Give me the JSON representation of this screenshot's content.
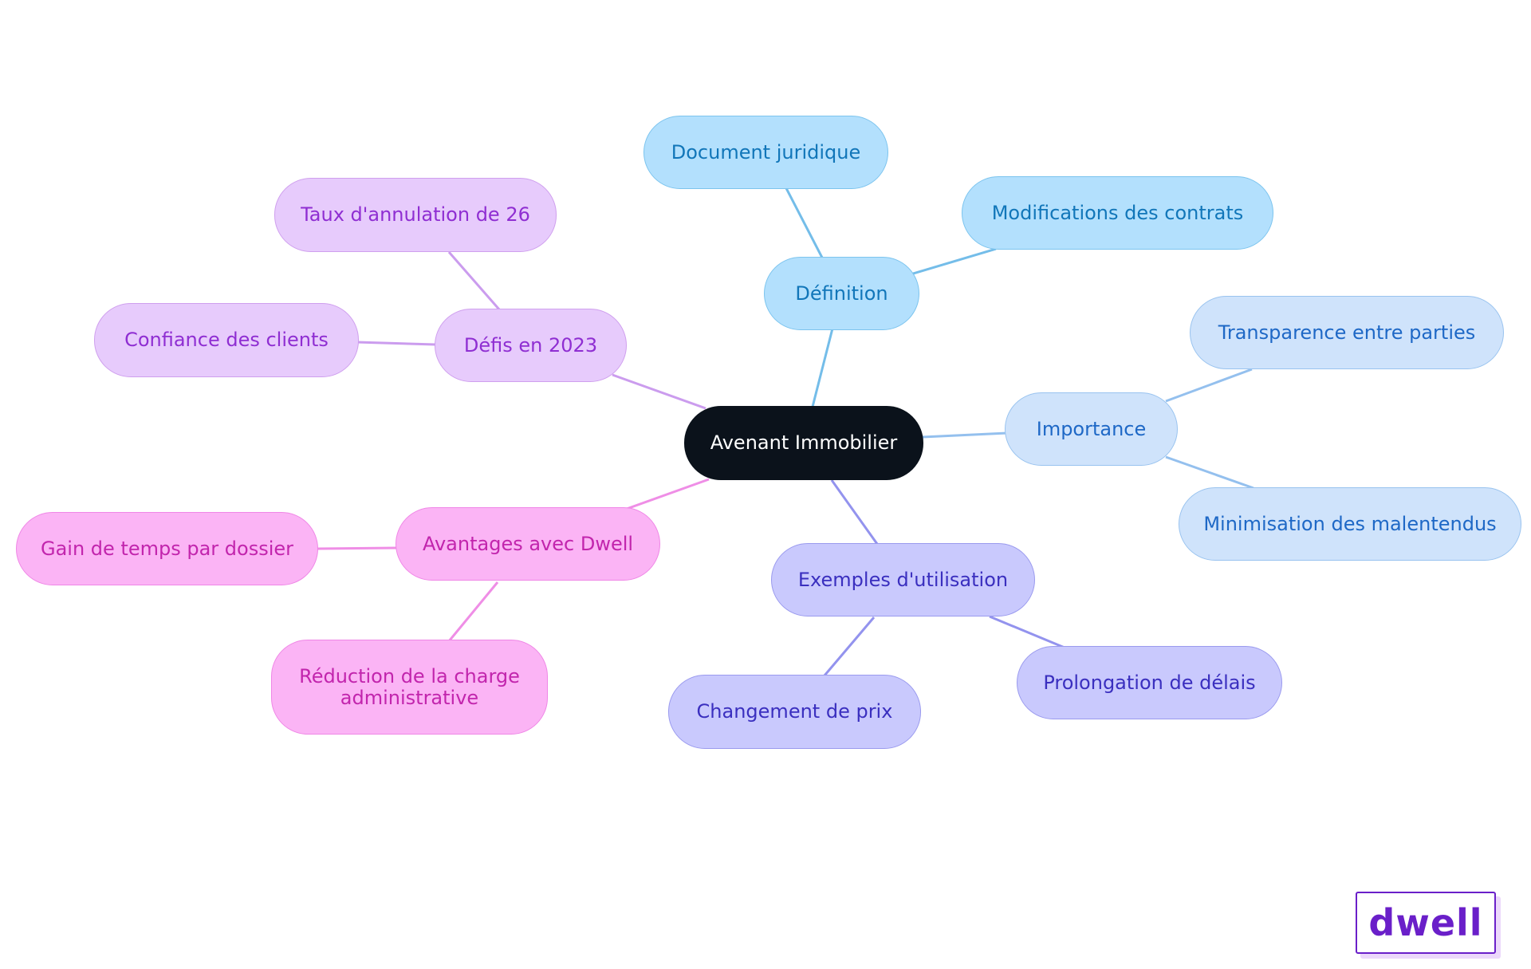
{
  "diagram": {
    "central": {
      "label": "Avenant Immobilier"
    },
    "branches": [
      {
        "label": "Définition",
        "color": "#74bde9",
        "children": [
          {
            "label": "Document juridique"
          },
          {
            "label": "Modifications des contrats"
          }
        ]
      },
      {
        "label": "Importance",
        "color": "#94c0ee",
        "children": [
          {
            "label": "Transparence entre parties"
          },
          {
            "label": "Minimisation des malentendus"
          }
        ]
      },
      {
        "label": "Exemples d'utilisation",
        "color": "#9393ee",
        "children": [
          {
            "label": "Prolongation de délais"
          },
          {
            "label": "Changement de prix"
          }
        ]
      },
      {
        "label": "Avantages avec Dwell",
        "color": "#ef8ee6",
        "children": [
          {
            "label": "Gain de temps par dossier"
          },
          {
            "label": "Réduction de la charge\nadministrative"
          }
        ]
      },
      {
        "label": "Défis en 2023",
        "color": "#cb9cee",
        "children": [
          {
            "label": "Taux d'annulation de 26"
          },
          {
            "label": "Confiance des clients"
          }
        ]
      }
    ]
  },
  "logo": {
    "text": "dwell",
    "color": "#6a1fc9"
  }
}
